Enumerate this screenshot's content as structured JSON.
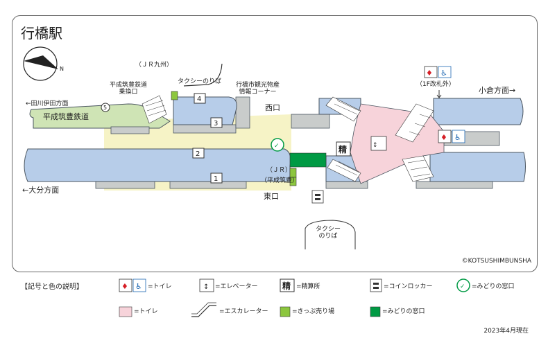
{
  "station_title": "行橋駅",
  "copyright": "©KOTSUSHIMBUNSHA",
  "date_note": "2023年4月現在",
  "colors": {
    "platform_blue": "#b7cde9",
    "platform_border": "#4a5560",
    "concourse_yellow": "#f6f3c6",
    "toilet_pink": "#f7d3da",
    "heisei_green": "#cfe4b5",
    "ticket_machine_green": "#8cc63e",
    "midori_green": "#009a44",
    "gray_bldg": "#c9cccb"
  },
  "map": {
    "labels": {
      "jr_kyushu": "（ＪＲ九州）",
      "taxi_top": "タクシーのりば",
      "heisei_transfer": "平成筑豊鉄道\n乗換口",
      "tagawa_dir": "←田川伊田方面",
      "heisei_line": "平成筑豊鉄道",
      "tourist_info": "行橋市観光物産\n情報コーナー",
      "west_exit": "西口",
      "first_floor_gate": "（1F改札外）",
      "kokura_dir": "小倉方面→",
      "oita_dir": "←大分方面",
      "jr_ticket": "（ＪＲ）",
      "heisei_ticket": "（平成筑豊）",
      "east_exit": "東口",
      "taxi_bottom": "タクシー\nのりば"
    },
    "platform_numbers": [
      "1",
      "2",
      "3",
      "4",
      "5"
    ],
    "fare_adjustment_char": "精"
  },
  "legend": {
    "title": "【記号と色の説明】",
    "items": [
      {
        "label": "=トイレ",
        "icon": "toilet-icon"
      },
      {
        "label": "=エレベーター",
        "icon": "elevator-icon"
      },
      {
        "label": "=精算所",
        "icon": "fare-adjustment-icon",
        "char": "精"
      },
      {
        "label": "=コインロッカー",
        "icon": "coin-locker-icon"
      },
      {
        "label": "=みどりの窓口",
        "icon": "midori-window-icon"
      },
      {
        "label": "=トイレ",
        "icon": "pink-swatch"
      },
      {
        "label": "=エスカレーター",
        "icon": "escalator-icon"
      },
      {
        "label": "=きっぷ売り場",
        "icon": "ticket-area-swatch"
      },
      {
        "label": "=みどりの窓口",
        "icon": "midori-area-swatch"
      }
    ]
  }
}
